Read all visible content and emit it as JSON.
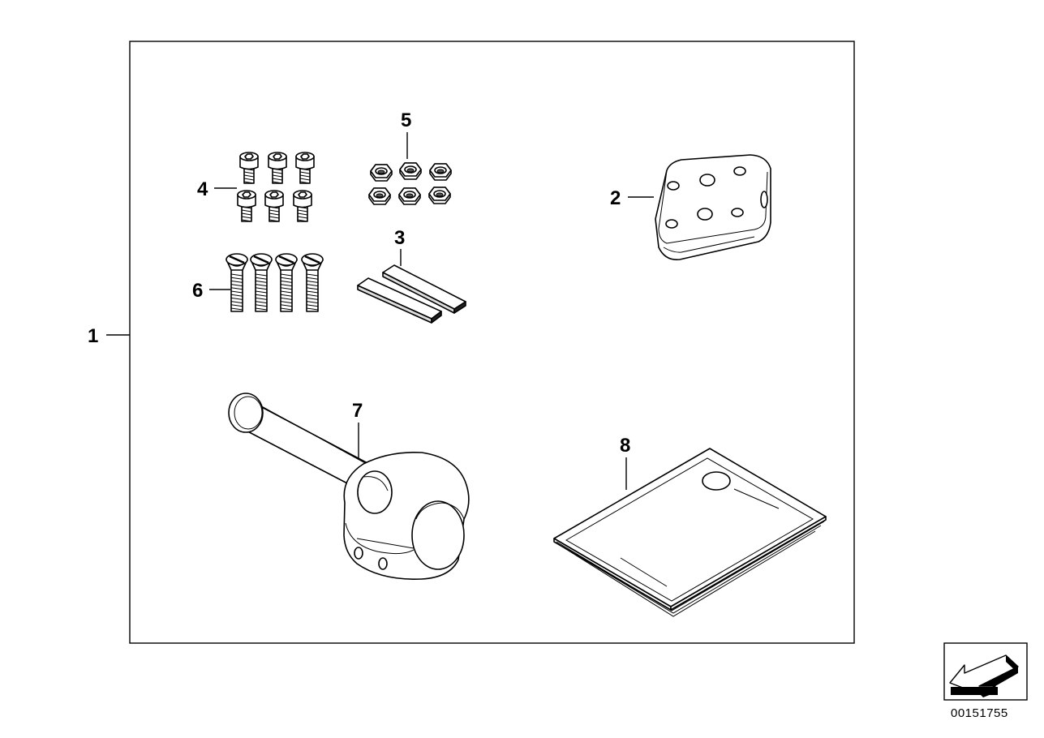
{
  "callouts": {
    "c1": "1",
    "c2": "2",
    "c3": "3",
    "c4": "4",
    "c5": "5",
    "c6": "6",
    "c7": "7",
    "c8": "8"
  },
  "document_number": "00151755",
  "icons": {
    "nav": "arrow-back-icon"
  }
}
